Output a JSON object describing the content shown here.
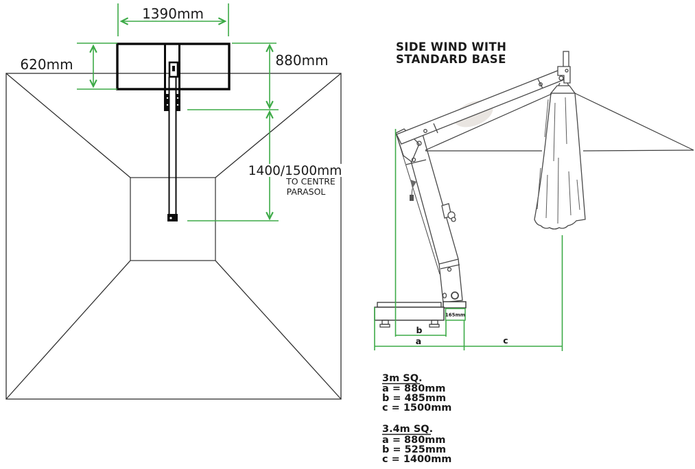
{
  "sheet": {
    "background": "#ffffff",
    "colors": {
      "dimension_green": "#3caa46",
      "ink": "#474747",
      "heavy_ink": "#0b0b0b"
    }
  },
  "top_view": {
    "dimensions": {
      "base_width": "1390mm",
      "base_depth": "620mm",
      "arm_offset": "880mm",
      "pole_to_centre": "1400/1500mm",
      "pole_to_centre_note_1": "TO CENTRE",
      "pole_to_centre_note_2": "PARASOL"
    }
  },
  "side_view": {
    "title_line_1": "SIDE WIND WITH",
    "title_line_2": "STANDARD BASE",
    "mast_base_width": "165mm",
    "dimension_labels": {
      "a": "a",
      "b": "b",
      "c": "c"
    },
    "specs": [
      {
        "heading": "3m SQ.",
        "rows": [
          "a = 880mm",
          "b = 485mm",
          "c = 1500mm"
        ]
      },
      {
        "heading": "3.4m SQ.",
        "rows": [
          "a = 880mm",
          "b = 525mm",
          "c = 1400mm"
        ]
      }
    ]
  }
}
